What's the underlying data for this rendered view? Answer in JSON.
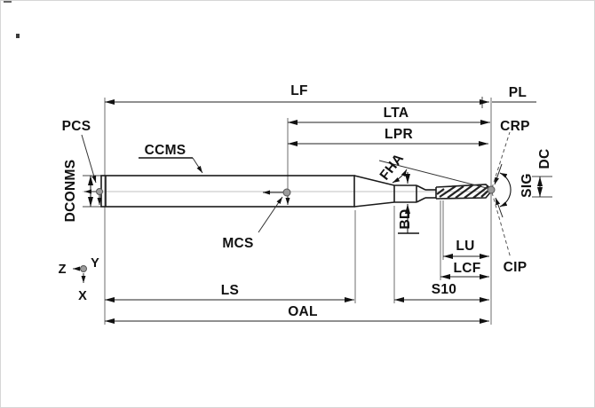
{
  "diagram": {
    "title": "drill-tool-dimension-drawing",
    "labels": {
      "lf": "LF",
      "pl": "PL",
      "lta": "LTA",
      "lpr": "LPR",
      "crp": "CRP",
      "pcs": "PCS",
      "ccms": "CCMS",
      "dconms": "DCONMS",
      "mcs": "MCS",
      "fha": "FHA",
      "bd": "BD",
      "dc": "DC",
      "sig": "SIG",
      "lu": "LU",
      "lcf": "LCF",
      "cip": "CIP",
      "s10": "S10",
      "ls": "LS",
      "oal": "OAL"
    },
    "axes": {
      "z": "Z",
      "y": "Y",
      "x": "X"
    },
    "colors": {
      "line": "#1a1a1a",
      "extension": "#8f8f8f",
      "centerline": "#c0c0c0",
      "marker_fill": "#9c9c9c",
      "background": "#ffffff"
    }
  }
}
